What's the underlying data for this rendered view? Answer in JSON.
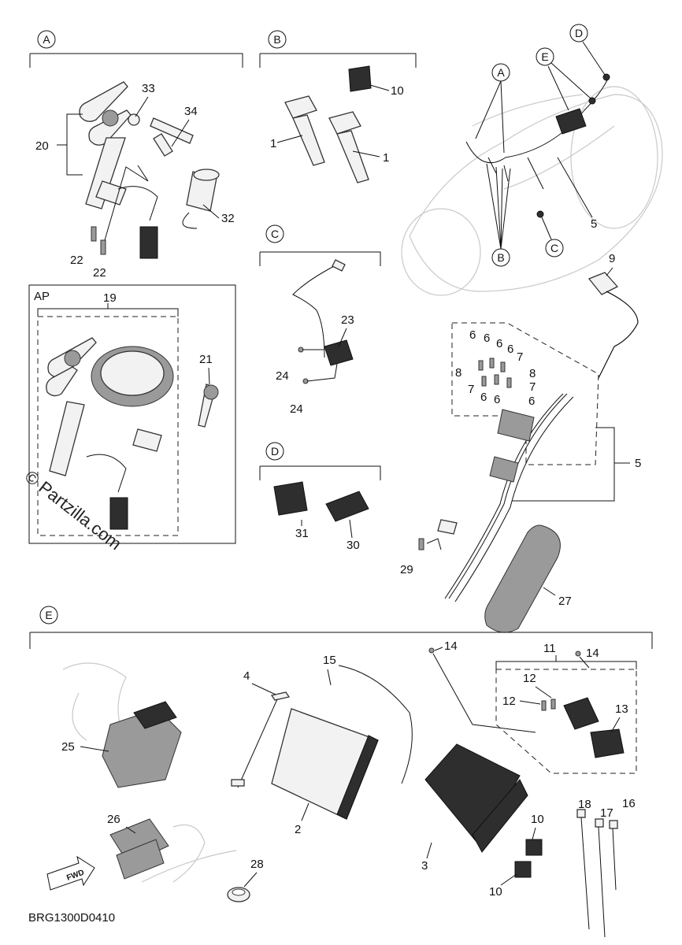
{
  "sections": {
    "A": "A",
    "B": "B",
    "C": "C",
    "D": "D",
    "E": "E",
    "AP": "AP"
  },
  "callouts": {
    "n20": "20",
    "n33": "33",
    "n34": "34",
    "n32": "32",
    "n22a": "22",
    "n22b": "22",
    "n19": "19",
    "n21": "21",
    "n10top": "10",
    "n1a": "1",
    "n1b": "1",
    "n23": "23",
    "n24a": "24",
    "n24b": "24",
    "n31": "31",
    "n30": "30",
    "n5a": "5",
    "n5b": "5",
    "n9": "9",
    "n6a": "6",
    "n6b": "6",
    "n6c": "6",
    "n6d": "6",
    "n6e": "6",
    "n6f": "6",
    "n6g": "6",
    "n7a": "7",
    "n7b": "7",
    "n7c": "7",
    "n8a": "8",
    "n8b": "8",
    "n29": "29",
    "n27": "27",
    "n14a": "14",
    "n14b": "14",
    "n11": "11",
    "n12a": "12",
    "n12b": "12",
    "n13": "13",
    "n15": "15",
    "n4": "4",
    "n25": "25",
    "n2": "2",
    "n3": "3",
    "n10a": "10",
    "n10b": "10",
    "n18": "18",
    "n17": "17",
    "n16": "16",
    "n26": "26",
    "n28": "28"
  },
  "overview_markers": {
    "A": "A",
    "B": "B",
    "C": "C",
    "D": "D",
    "E": "E"
  },
  "watermark": "© Partzilla.com",
  "fwd_label": "FWD",
  "diagram_code": "BRG1300D0410"
}
